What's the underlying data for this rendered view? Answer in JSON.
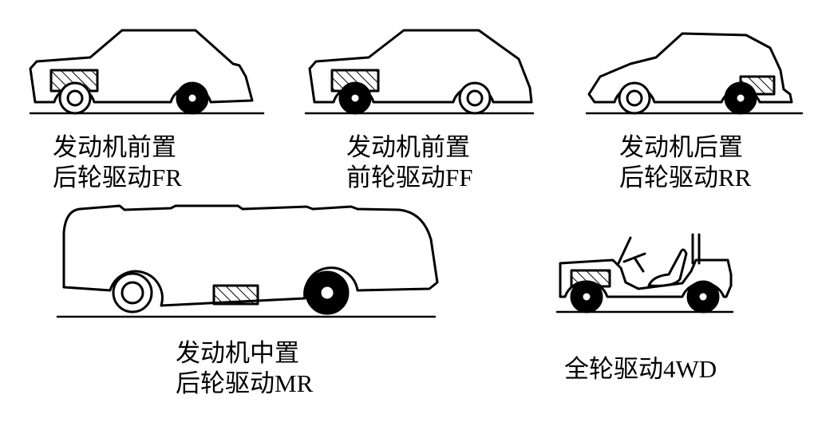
{
  "layouts": [
    {
      "id": "fr",
      "line1": "发动机前置",
      "line2": "后轮驱动FR"
    },
    {
      "id": "ff",
      "line1": "发动机前置",
      "line2": "前轮驱动FF"
    },
    {
      "id": "rr",
      "line1": "发动机后置",
      "line2": "后轮驱动RR"
    },
    {
      "id": "mr",
      "line1": "发动机中置",
      "line2": "后轮驱动MR"
    },
    {
      "id": "4wd",
      "line1": "全轮驱动4WD"
    }
  ]
}
